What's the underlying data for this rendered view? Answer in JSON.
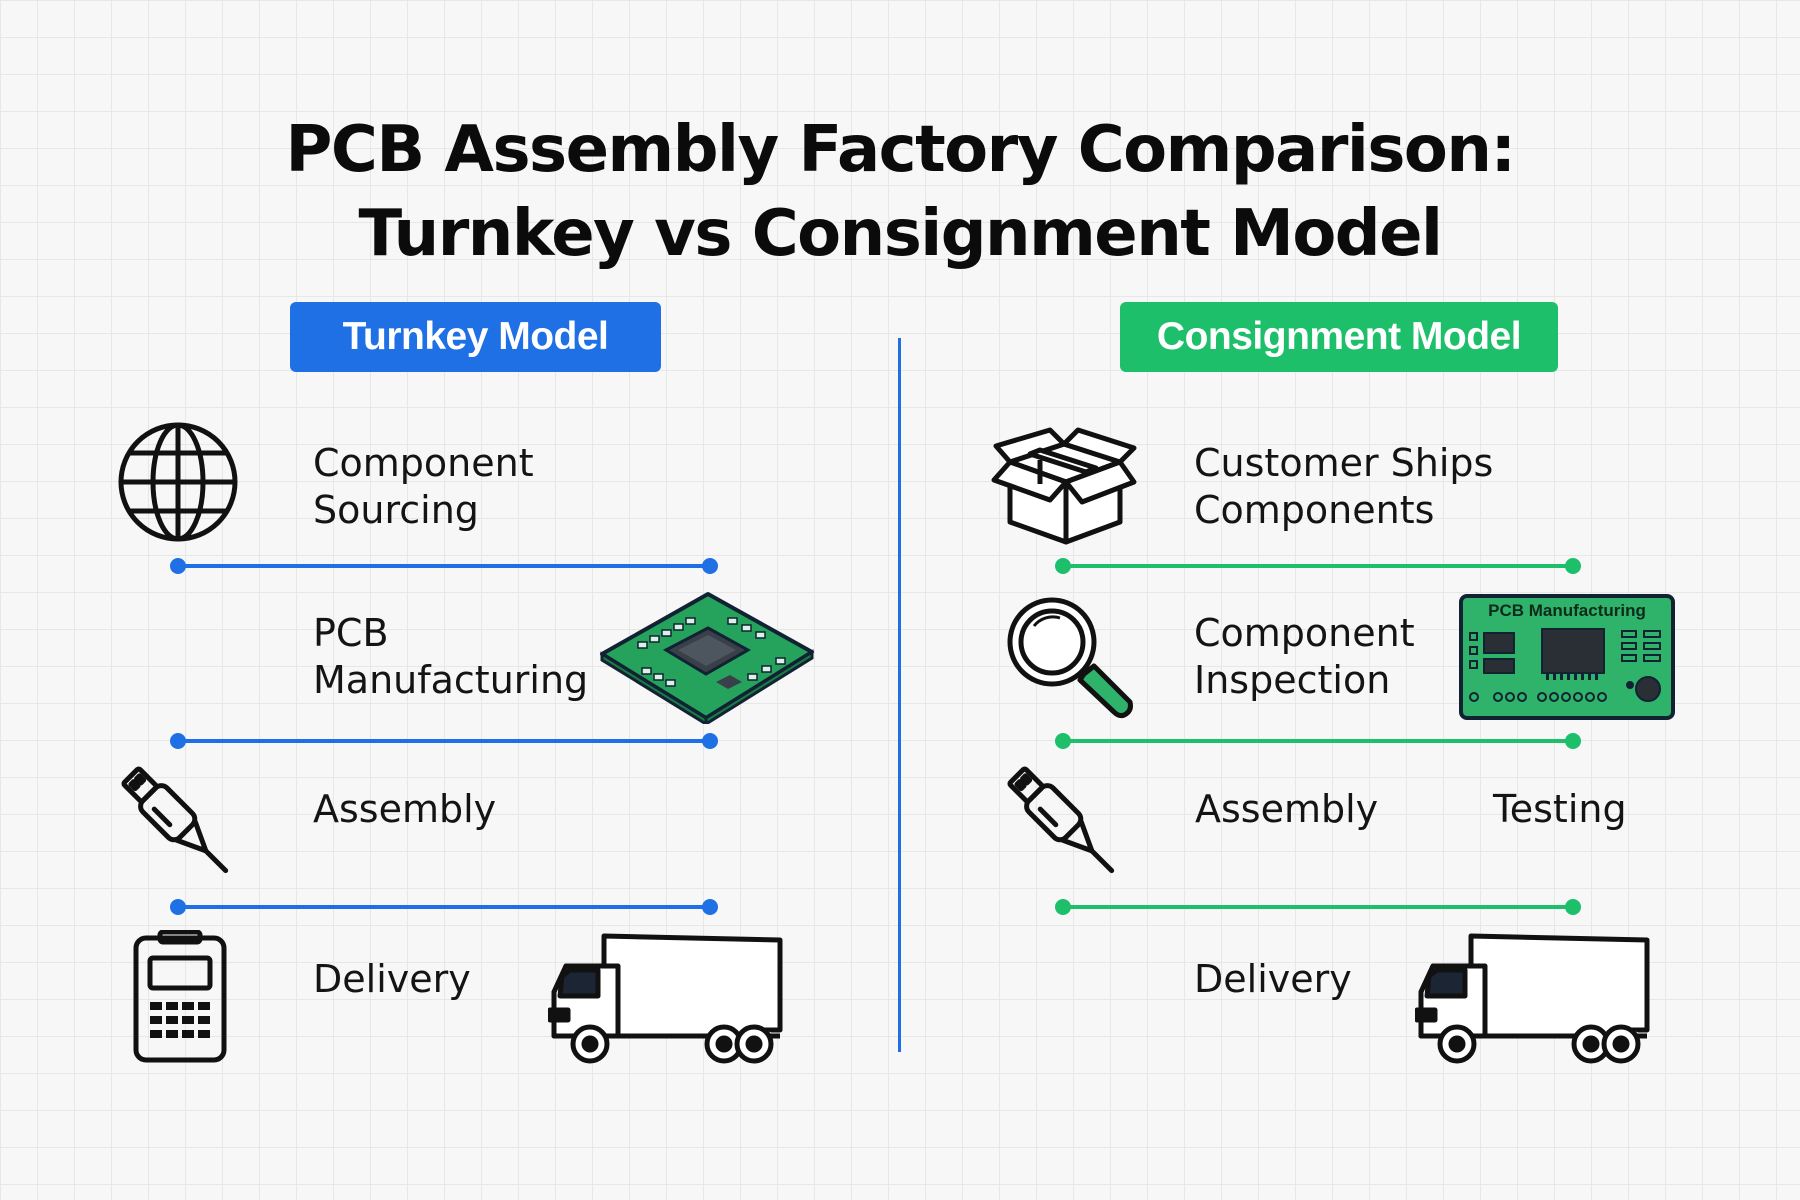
{
  "title": {
    "line1": "PCB Assembly Factory Comparison:",
    "line2": "Turnkey vs Consignment Model"
  },
  "turnkey": {
    "badge": "Turnkey Model",
    "steps": [
      {
        "line1": "Component",
        "line2": "Sourcing",
        "icon": "globe-icon"
      },
      {
        "line1": "PCB",
        "line2": "Manufacturing",
        "icon": "pcb-chip-icon"
      },
      {
        "line1": "Assembly",
        "icon": "soldering-iron-icon"
      },
      {
        "line1": "Delivery",
        "icon": "calculator-icon",
        "extra_icon": "truck-icon"
      }
    ]
  },
  "consignment": {
    "badge": "Consignment Model",
    "steps": [
      {
        "line1": "Customer Ships",
        "line2": "Components",
        "icon": "box-icon"
      },
      {
        "line1": "Component",
        "line2": "Inspection",
        "icon": "magnifier-icon",
        "extra_icon": "pcb-board-icon",
        "board_label": "PCB Manufacturing"
      },
      {
        "line1": "Assembly",
        "icon": "soldering-iron-icon"
      },
      {
        "line1": "Testing"
      },
      {
        "line1": "Delivery",
        "icon": "truck-icon"
      }
    ]
  },
  "colors": {
    "turnkey_accent": "#1f6fe5",
    "consignment_accent": "#1dbf6a",
    "pcb_green": "#2fb36b"
  }
}
